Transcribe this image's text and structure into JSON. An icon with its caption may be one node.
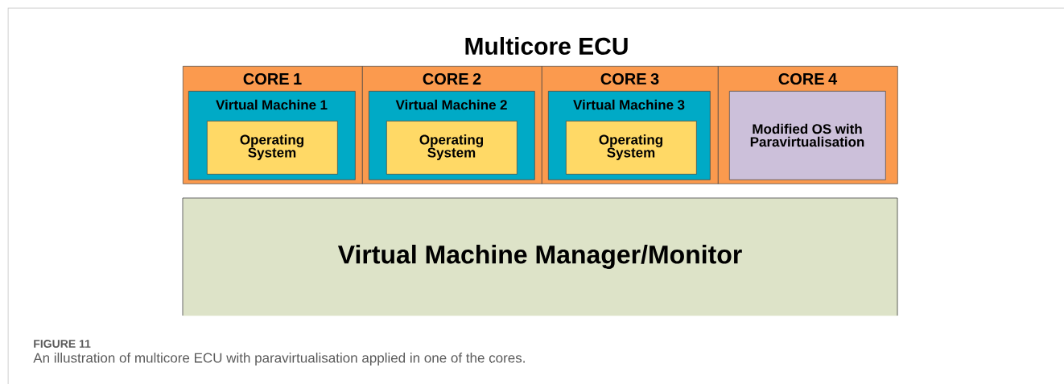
{
  "diagram": {
    "title": "Multicore ECU",
    "caption": "An illustration of multicore ECU with paravirtualisation applied in one of the cores.",
    "nodes": [
      {
        "text": [
          "CORE 1"
        ]
      },
      {
        "text": [
          "Virtual Machine 1"
        ],
        "in": 0
      },
      {
        "text": [
          "Operating System"
        ],
        "in": 1
      },
      {
        "text": [
          "CORE 2"
        ]
      },
      {
        "text": [
          "Virtual Machine 2"
        ],
        "in": 3
      },
      {
        "text": [
          "Operating System"
        ],
        "in": 4
      },
      {
        "text": [
          "CORE 3"
        ]
      },
      {
        "text": [
          "Virtual Machine 3"
        ],
        "in": 6
      },
      {
        "text": [
          "Operating System"
        ],
        "in": 7
      },
      {
        "text": [
          "CORE 4"
        ]
      },
      {
        "text": [
          "Modified OS with Paravirtualisation"
        ],
        "in": 9
      },
      {
        "text": [
          "Virtual Machine Manager/Monitor"
        ]
      }
    ],
    "labels": [
      "FIGURE 11"
    ]
  }
}
